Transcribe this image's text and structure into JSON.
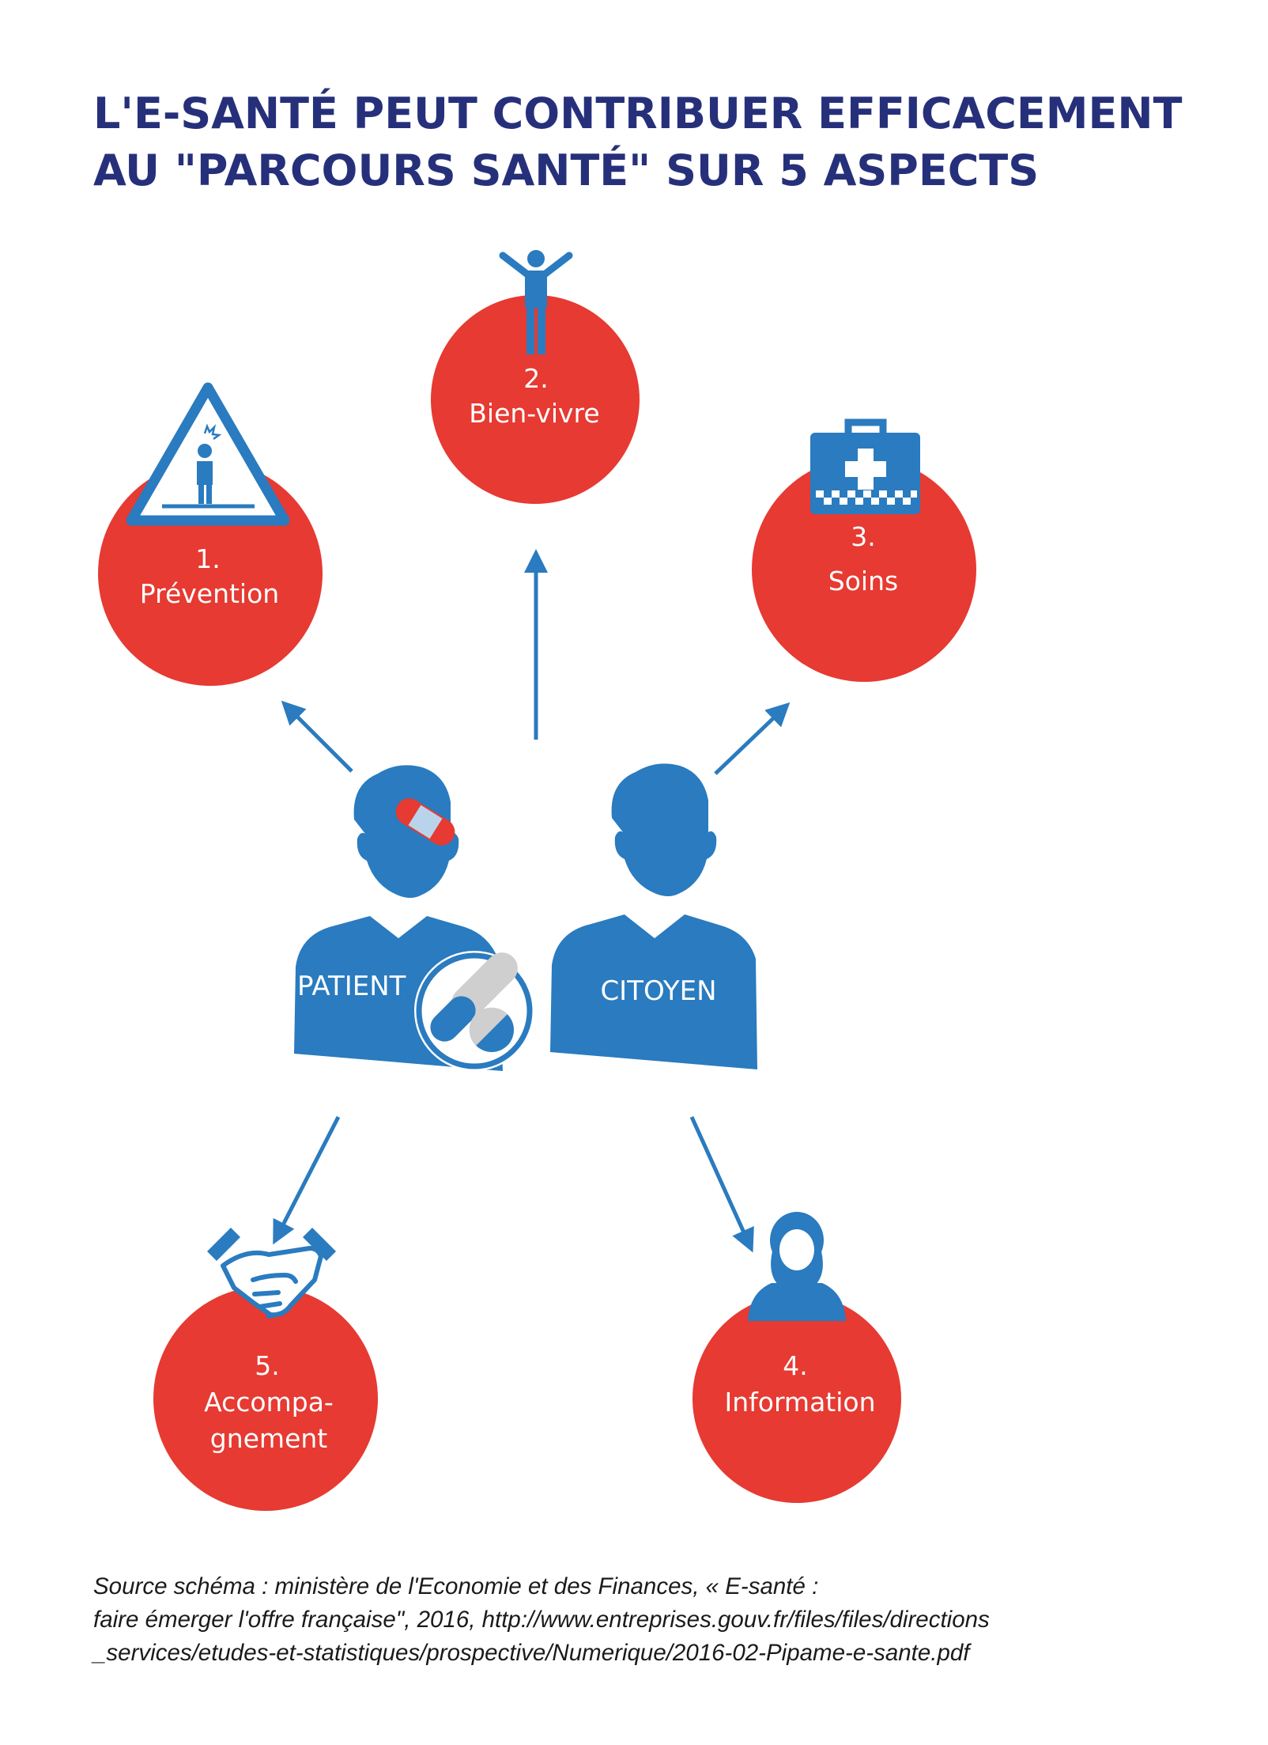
{
  "title": {
    "line1": "L'E-SANTÉ PEUT CONTRIBUER EFFICACEMENT",
    "line2": "AU \"PARCOURS SANTÉ\" SUR 5 ASPECTS"
  },
  "colors": {
    "title": "#26307a",
    "blue": "#2a7bbf",
    "red": "#e63a32",
    "white": "#ffffff"
  },
  "nodes": [
    {
      "num": "1.",
      "label": "Prévention",
      "icon": "warning-sign-person-icon"
    },
    {
      "num": "2.",
      "label": "Bien-vivre",
      "icon": "person-arms-raised-icon"
    },
    {
      "num": "3.",
      "label": "Soins",
      "icon": "first-aid-kit-icon"
    },
    {
      "num": "4.",
      "label": "Information",
      "icon": "headset-operator-icon"
    },
    {
      "num": "5.",
      "label_line1": "Accompa-",
      "label_line2": "gnement",
      "icon": "handshake-icon"
    }
  ],
  "people": {
    "patient": {
      "label": "PATIENT",
      "icons": [
        "bandage-icon",
        "pills-icon"
      ]
    },
    "citoyen": {
      "label": "CITOYEN"
    }
  },
  "source": {
    "line1": "Source schéma : ministère de l'Economie et des Finances, « E-santé :",
    "line2": "faire émerger l'offre française\", 2016, http://www.entreprises.gouv.fr/files/files/directions",
    "line3": "_services/etudes-et-statistiques/prospective/Numerique/2016-02-Pipame-e-sante.pdf"
  }
}
